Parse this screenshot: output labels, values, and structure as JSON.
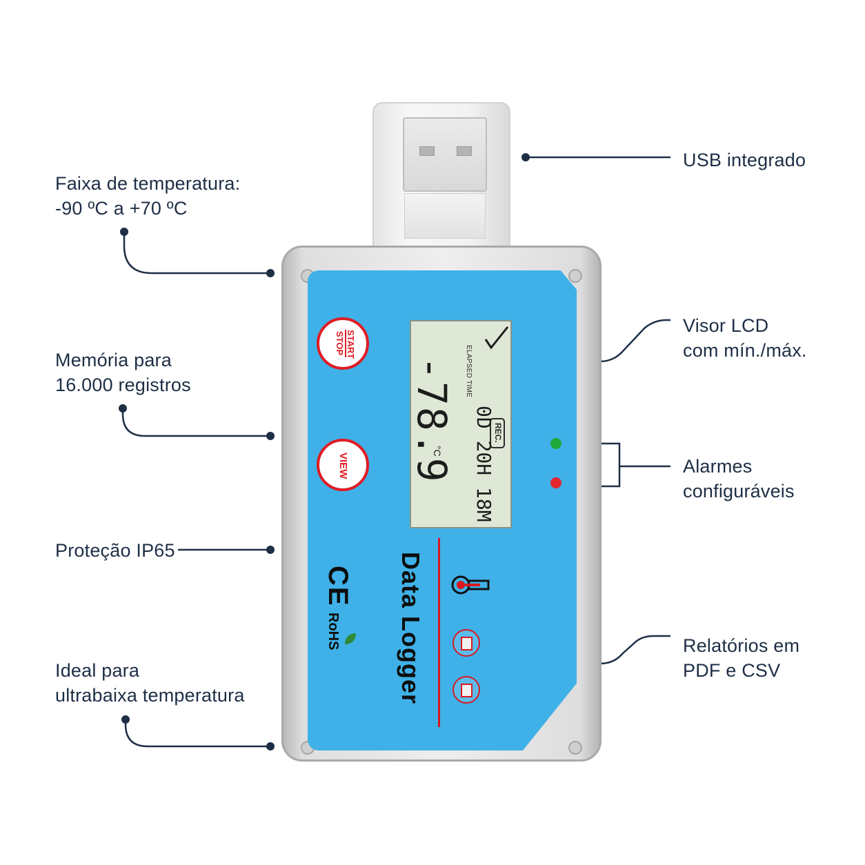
{
  "callouts": {
    "usb": "USB integrado",
    "temp_range": {
      "line1": "Faixa de temperatura:",
      "line2": "-90 ºC a +70 ºC"
    },
    "memory": {
      "line1": "Memória para",
      "line2": "16.000 registros"
    },
    "ip": "Proteção IP65",
    "ultra": {
      "line1": "Ideal para",
      "line2": "ultrabaixa temperatura"
    },
    "lcd": {
      "line1": "Visor LCD",
      "line2": "com mín./máx."
    },
    "alarms": {
      "line1": "Alarmes",
      "line2": "configuráveis"
    },
    "reports": {
      "line1": "Relatórios em",
      "line2": "PDF e CSV"
    }
  },
  "device": {
    "brand": "Data Logger",
    "start_stop_top": "START",
    "start_stop_bottom": "STOP",
    "view": "VIEW",
    "ce_mark": "CE",
    "rohs_mark": "RoHS",
    "lcd": {
      "elapsed_label": "ELAPSED TIME",
      "rec": "REC.",
      "temperature": "-78.9",
      "unit": "°C",
      "elapsed_time": "0D 20H 18M"
    },
    "report_icons": [
      "pdf-icon",
      "csv-icon"
    ],
    "colors": {
      "panel": "#3fb1e8",
      "accent_red": "#e01c24",
      "led_green": "#1fa83a",
      "led_red": "#e3262e",
      "text": "#1d2e45"
    }
  }
}
